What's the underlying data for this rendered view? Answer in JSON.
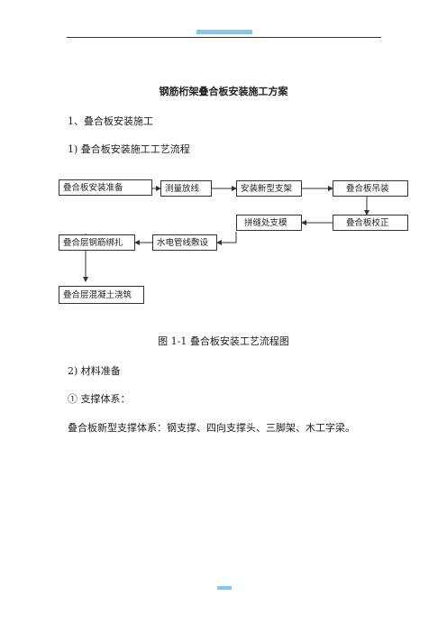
{
  "document": {
    "title": "钢筋桁架叠合板安装施工方案",
    "section_1": "1、叠合板安装施工",
    "subsection_1": "1)  叠合板安装施工工艺流程",
    "flow": {
      "prep": "叠合板安装准备",
      "survey": "测量放线",
      "support": "安装新型支架",
      "hoist": "叠合板吊装",
      "joint": "拼缝处支模",
      "correct": "叠合板校正",
      "rebar": "叠合层钢筋绑扎",
      "plumbing": "水电管线敷设",
      "concrete": "叠合层混凝土浇筑"
    },
    "caption": "图 1-1 叠合板安装工艺流程图",
    "subsection_2": "2)  材料准备",
    "item_1": "①    支撑体系：",
    "paragraph_1": "叠合板新型支撑体系：钢支撑、四向支撑头、三脚架、木工字梁。"
  },
  "colors": {
    "link": "#7fc9ef",
    "text": "#222222"
  }
}
